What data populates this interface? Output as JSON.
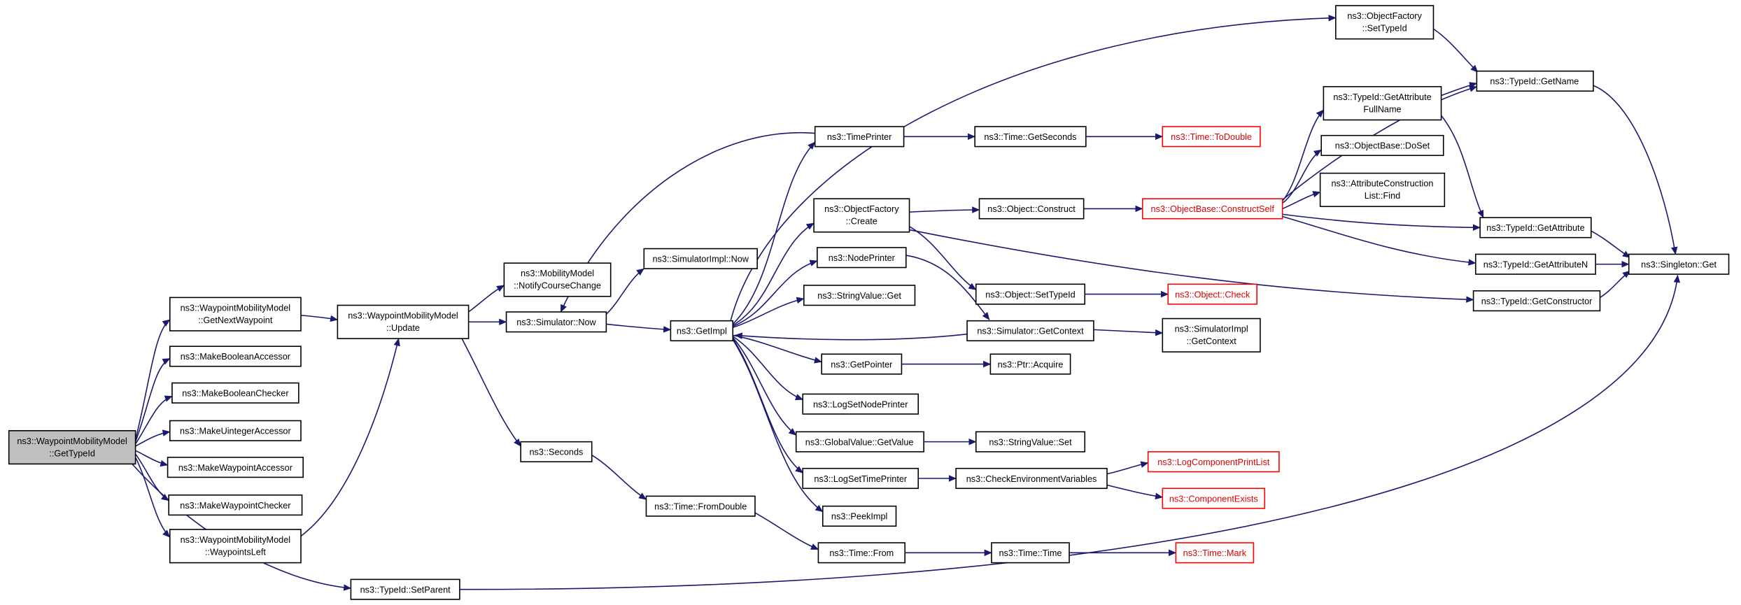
{
  "diagram": {
    "type": "doxygen-call-graph",
    "colors": {
      "edge": "#191970",
      "node_border": "#000000",
      "truncated_border": "#ff0000",
      "highlight_fill": "#bfbfbf",
      "background": "#ffffff"
    },
    "nodes": [
      {
        "id": "GetTypeId",
        "style": "highlighted",
        "lines": [
          "ns3::WaypointMobilityModel",
          "::GetTypeId"
        ]
      },
      {
        "id": "GetNextWaypoint",
        "style": "normal",
        "lines": [
          "ns3::WaypointMobilityModel",
          "::GetNextWaypoint"
        ]
      },
      {
        "id": "MakeBooleanAccessor",
        "style": "normal",
        "lines": [
          "ns3::MakeBooleanAccessor"
        ]
      },
      {
        "id": "MakeBooleanChecker",
        "style": "normal",
        "lines": [
          "ns3::MakeBooleanChecker"
        ]
      },
      {
        "id": "MakeUintegerAccessor",
        "style": "normal",
        "lines": [
          "ns3::MakeUintegerAccessor"
        ]
      },
      {
        "id": "MakeWaypointAccessor",
        "style": "normal",
        "lines": [
          "ns3::MakeWaypointAccessor"
        ]
      },
      {
        "id": "MakeWaypointChecker",
        "style": "normal",
        "lines": [
          "ns3::MakeWaypointChecker"
        ]
      },
      {
        "id": "WaypointsLeft",
        "style": "normal",
        "lines": [
          "ns3::WaypointMobilityModel",
          "::WaypointsLeft"
        ]
      },
      {
        "id": "SetParent",
        "style": "normal",
        "lines": [
          "ns3::TypeId::SetParent"
        ]
      },
      {
        "id": "Update",
        "style": "normal",
        "lines": [
          "ns3::WaypointMobilityModel",
          "::Update"
        ]
      },
      {
        "id": "NotifyCourseChange",
        "style": "normal",
        "lines": [
          "ns3::MobilityModel",
          "::NotifyCourseChange"
        ]
      },
      {
        "id": "SimulatorNow",
        "style": "normal",
        "lines": [
          "ns3::Simulator::Now"
        ]
      },
      {
        "id": "Seconds",
        "style": "normal",
        "lines": [
          "ns3::Seconds"
        ]
      },
      {
        "id": "SimulatorImplNow",
        "style": "normal",
        "lines": [
          "ns3::SimulatorImpl::Now"
        ]
      },
      {
        "id": "TimeFromDouble",
        "style": "normal",
        "lines": [
          "ns3::Time::FromDouble"
        ]
      },
      {
        "id": "GetImpl",
        "style": "normal",
        "lines": [
          "ns3::GetImpl"
        ]
      },
      {
        "id": "TimePrinter",
        "style": "normal",
        "lines": [
          "ns3::TimePrinter"
        ]
      },
      {
        "id": "ObjectFactoryCreate",
        "style": "normal",
        "lines": [
          "ns3::ObjectFactory",
          "::Create"
        ]
      },
      {
        "id": "NodePrinter",
        "style": "normal",
        "lines": [
          "ns3::NodePrinter"
        ]
      },
      {
        "id": "StringValueGet",
        "style": "normal",
        "lines": [
          "ns3::StringValue::Get"
        ]
      },
      {
        "id": "GetPointer",
        "style": "normal",
        "lines": [
          "ns3::GetPointer"
        ]
      },
      {
        "id": "LogSetNodePrinter",
        "style": "normal",
        "lines": [
          "ns3::LogSetNodePrinter"
        ]
      },
      {
        "id": "GlobalValueGetValue",
        "style": "normal",
        "lines": [
          "ns3::GlobalValue::GetValue"
        ]
      },
      {
        "id": "LogSetTimePrinter",
        "style": "normal",
        "lines": [
          "ns3::LogSetTimePrinter"
        ]
      },
      {
        "id": "PeekImpl",
        "style": "normal",
        "lines": [
          "ns3::PeekImpl"
        ]
      },
      {
        "id": "TimeFrom",
        "style": "normal",
        "lines": [
          "ns3::Time::From"
        ]
      },
      {
        "id": "TimeGetSeconds",
        "style": "normal",
        "lines": [
          "ns3::Time::GetSeconds"
        ]
      },
      {
        "id": "ObjectConstruct",
        "style": "normal",
        "lines": [
          "ns3::Object::Construct"
        ]
      },
      {
        "id": "ObjectSetTypeId",
        "style": "normal",
        "lines": [
          "ns3::Object::SetTypeId"
        ]
      },
      {
        "id": "SimulatorGetContext",
        "style": "normal",
        "lines": [
          "ns3::Simulator::GetContext"
        ]
      },
      {
        "id": "PtrAcquire",
        "style": "normal",
        "lines": [
          "ns3::Ptr::Acquire"
        ]
      },
      {
        "id": "StringValueSet",
        "style": "normal",
        "lines": [
          "ns3::StringValue::Set"
        ]
      },
      {
        "id": "CheckEnvironmentVariables",
        "style": "normal",
        "lines": [
          "ns3::CheckEnvironmentVariables"
        ]
      },
      {
        "id": "TimeTime",
        "style": "normal",
        "lines": [
          "ns3::Time::Time"
        ]
      },
      {
        "id": "TimeToDouble",
        "style": "truncated",
        "lines": [
          "ns3::Time::ToDouble"
        ]
      },
      {
        "id": "ObjectBaseConstructSelf",
        "style": "truncated",
        "lines": [
          "ns3::ObjectBase::ConstructSelf"
        ]
      },
      {
        "id": "ObjectCheck",
        "style": "truncated",
        "lines": [
          "ns3::Object::Check"
        ]
      },
      {
        "id": "SimulatorImplGetContext",
        "style": "normal",
        "lines": [
          "ns3::SimulatorImpl",
          "::GetContext"
        ]
      },
      {
        "id": "LogComponentPrintList",
        "style": "truncated",
        "lines": [
          "ns3::LogComponentPrintList"
        ]
      },
      {
        "id": "ComponentExists",
        "style": "truncated",
        "lines": [
          "ns3::ComponentExists"
        ]
      },
      {
        "id": "TimeMark",
        "style": "truncated",
        "lines": [
          "ns3::Time::Mark"
        ]
      },
      {
        "id": "ObjectFactorySetTypeId",
        "style": "normal",
        "lines": [
          "ns3::ObjectFactory",
          "::SetTypeId"
        ]
      },
      {
        "id": "TypeIdGetAttributeFullName",
        "style": "normal",
        "lines": [
          "ns3::TypeId::GetAttribute",
          "FullName"
        ]
      },
      {
        "id": "ObjectBaseDoSet",
        "style": "normal",
        "lines": [
          "ns3::ObjectBase::DoSet"
        ]
      },
      {
        "id": "AttributeConstructionListFind",
        "style": "normal",
        "lines": [
          "ns3::AttributeConstruction",
          "List::Find"
        ]
      },
      {
        "id": "TypeIdGetName",
        "style": "normal",
        "lines": [
          "ns3::TypeId::GetName"
        ]
      },
      {
        "id": "TypeIdGetAttribute",
        "style": "normal",
        "lines": [
          "ns3::TypeId::GetAttribute"
        ]
      },
      {
        "id": "TypeIdGetAttributeN",
        "style": "normal",
        "lines": [
          "ns3::TypeId::GetAttributeN"
        ]
      },
      {
        "id": "TypeIdGetConstructor",
        "style": "normal",
        "lines": [
          "ns3::TypeId::GetConstructor"
        ]
      },
      {
        "id": "SingletonGet",
        "style": "normal",
        "lines": [
          "ns3::Singleton::Get"
        ]
      }
    ],
    "edges": [
      {
        "from": "ns3::WaypointMobilityModel::GetTypeId",
        "to": "ns3::WaypointMobilityModel::GetNextWaypoint"
      },
      {
        "from": "ns3::WaypointMobilityModel::GetTypeId",
        "to": "ns3::MakeBooleanAccessor"
      },
      {
        "from": "ns3::WaypointMobilityModel::GetTypeId",
        "to": "ns3::MakeBooleanChecker"
      },
      {
        "from": "ns3::WaypointMobilityModel::GetTypeId",
        "to": "ns3::MakeUintegerAccessor"
      },
      {
        "from": "ns3::WaypointMobilityModel::GetTypeId",
        "to": "ns3::MakeWaypointAccessor"
      },
      {
        "from": "ns3::WaypointMobilityModel::GetTypeId",
        "to": "ns3::MakeWaypointChecker"
      },
      {
        "from": "ns3::WaypointMobilityModel::GetTypeId",
        "to": "ns3::WaypointMobilityModel::WaypointsLeft"
      },
      {
        "from": "ns3::WaypointMobilityModel::GetTypeId",
        "to": "ns3::TypeId::SetParent"
      },
      {
        "from": "ns3::WaypointMobilityModel::GetNextWaypoint",
        "to": "ns3::WaypointMobilityModel::Update"
      },
      {
        "from": "ns3::WaypointMobilityModel::WaypointsLeft",
        "to": "ns3::WaypointMobilityModel::Update"
      },
      {
        "from": "ns3::WaypointMobilityModel::Update",
        "to": "ns3::MobilityModel::NotifyCourseChange"
      },
      {
        "from": "ns3::WaypointMobilityModel::Update",
        "to": "ns3::Simulator::Now"
      },
      {
        "from": "ns3::WaypointMobilityModel::Update",
        "to": "ns3::Seconds"
      },
      {
        "from": "ns3::Simulator::Now",
        "to": "ns3::SimulatorImpl::Now"
      },
      {
        "from": "ns3::Simulator::Now",
        "to": "ns3::GetImpl"
      },
      {
        "from": "ns3::TimePrinter",
        "to": "ns3::Simulator::Now"
      },
      {
        "from": "ns3::TimePrinter",
        "to": "ns3::Time::GetSeconds"
      },
      {
        "from": "ns3::Time::GetSeconds",
        "to": "ns3::Time::ToDouble"
      },
      {
        "from": "ns3::GetImpl",
        "to": "ns3::TimePrinter"
      },
      {
        "from": "ns3::GetImpl",
        "to": "ns3::ObjectFactory::Create"
      },
      {
        "from": "ns3::GetImpl",
        "to": "ns3::NodePrinter"
      },
      {
        "from": "ns3::GetImpl",
        "to": "ns3::StringValue::Get"
      },
      {
        "from": "ns3::GetImpl",
        "to": "ns3::GetPointer"
      },
      {
        "from": "ns3::GetImpl",
        "to": "ns3::LogSetNodePrinter"
      },
      {
        "from": "ns3::GetImpl",
        "to": "ns3::GlobalValue::GetValue"
      },
      {
        "from": "ns3::GetImpl",
        "to": "ns3::LogSetTimePrinter"
      },
      {
        "from": "ns3::GetImpl",
        "to": "ns3::PeekImpl"
      },
      {
        "from": "ns3::GetImpl",
        "to": "ns3::ObjectFactory::SetTypeId"
      },
      {
        "from": "ns3::ObjectFactory::Create",
        "to": "ns3::Object::Construct"
      },
      {
        "from": "ns3::ObjectFactory::Create",
        "to": "ns3::Object::SetTypeId"
      },
      {
        "from": "ns3::ObjectFactory::Create",
        "to": "ns3::TypeId::GetConstructor"
      },
      {
        "from": "ns3::Object::Construct",
        "to": "ns3::ObjectBase::ConstructSelf"
      },
      {
        "from": "ns3::ObjectBase::ConstructSelf",
        "to": "ns3::TypeId::GetAttributeFullName"
      },
      {
        "from": "ns3::ObjectBase::ConstructSelf",
        "to": "ns3::ObjectBase::DoSet"
      },
      {
        "from": "ns3::ObjectBase::ConstructSelf",
        "to": "ns3::AttributeConstructionList::Find"
      },
      {
        "from": "ns3::ObjectBase::ConstructSelf",
        "to": "ns3::TypeId::GetAttribute"
      },
      {
        "from": "ns3::ObjectBase::ConstructSelf",
        "to": "ns3::TypeId::GetAttributeN"
      },
      {
        "from": "ns3::ObjectBase::ConstructSelf",
        "to": "ns3::TypeId::GetName"
      },
      {
        "from": "ns3::ObjectFactory::SetTypeId",
        "to": "ns3::TypeId::GetName"
      },
      {
        "from": "ns3::TypeId::GetAttributeFullName",
        "to": "ns3::TypeId::GetName"
      },
      {
        "from": "ns3::TypeId::GetAttributeFullName",
        "to": "ns3::TypeId::GetAttribute"
      },
      {
        "from": "ns3::TypeId::GetName",
        "to": "ns3::Singleton::Get"
      },
      {
        "from": "ns3::TypeId::GetAttribute",
        "to": "ns3::Singleton::Get"
      },
      {
        "from": "ns3::TypeId::GetAttributeN",
        "to": "ns3::Singleton::Get"
      },
      {
        "from": "ns3::TypeId::GetConstructor",
        "to": "ns3::Singleton::Get"
      },
      {
        "from": "ns3::TypeId::SetParent",
        "to": "ns3::Singleton::Get"
      },
      {
        "from": "ns3::Object::SetTypeId",
        "to": "ns3::Object::Check"
      },
      {
        "from": "ns3::NodePrinter",
        "to": "ns3::Simulator::GetContext"
      },
      {
        "from": "ns3::Simulator::GetContext",
        "to": "ns3::SimulatorImpl::GetContext"
      },
      {
        "from": "ns3::Simulator::GetContext",
        "to": "ns3::GetImpl"
      },
      {
        "from": "ns3::GetPointer",
        "to": "ns3::Ptr::Acquire"
      },
      {
        "from": "ns3::GlobalValue::GetValue",
        "to": "ns3::StringValue::Set"
      },
      {
        "from": "ns3::LogSetTimePrinter",
        "to": "ns3::CheckEnvironmentVariables"
      },
      {
        "from": "ns3::CheckEnvironmentVariables",
        "to": "ns3::LogComponentPrintList"
      },
      {
        "from": "ns3::CheckEnvironmentVariables",
        "to": "ns3::ComponentExists"
      },
      {
        "from": "ns3::Seconds",
        "to": "ns3::Time::FromDouble"
      },
      {
        "from": "ns3::Time::FromDouble",
        "to": "ns3::Time::From"
      },
      {
        "from": "ns3::Time::From",
        "to": "ns3::Time::Time"
      },
      {
        "from": "ns3::Time::Time",
        "to": "ns3::Time::Mark"
      }
    ]
  }
}
